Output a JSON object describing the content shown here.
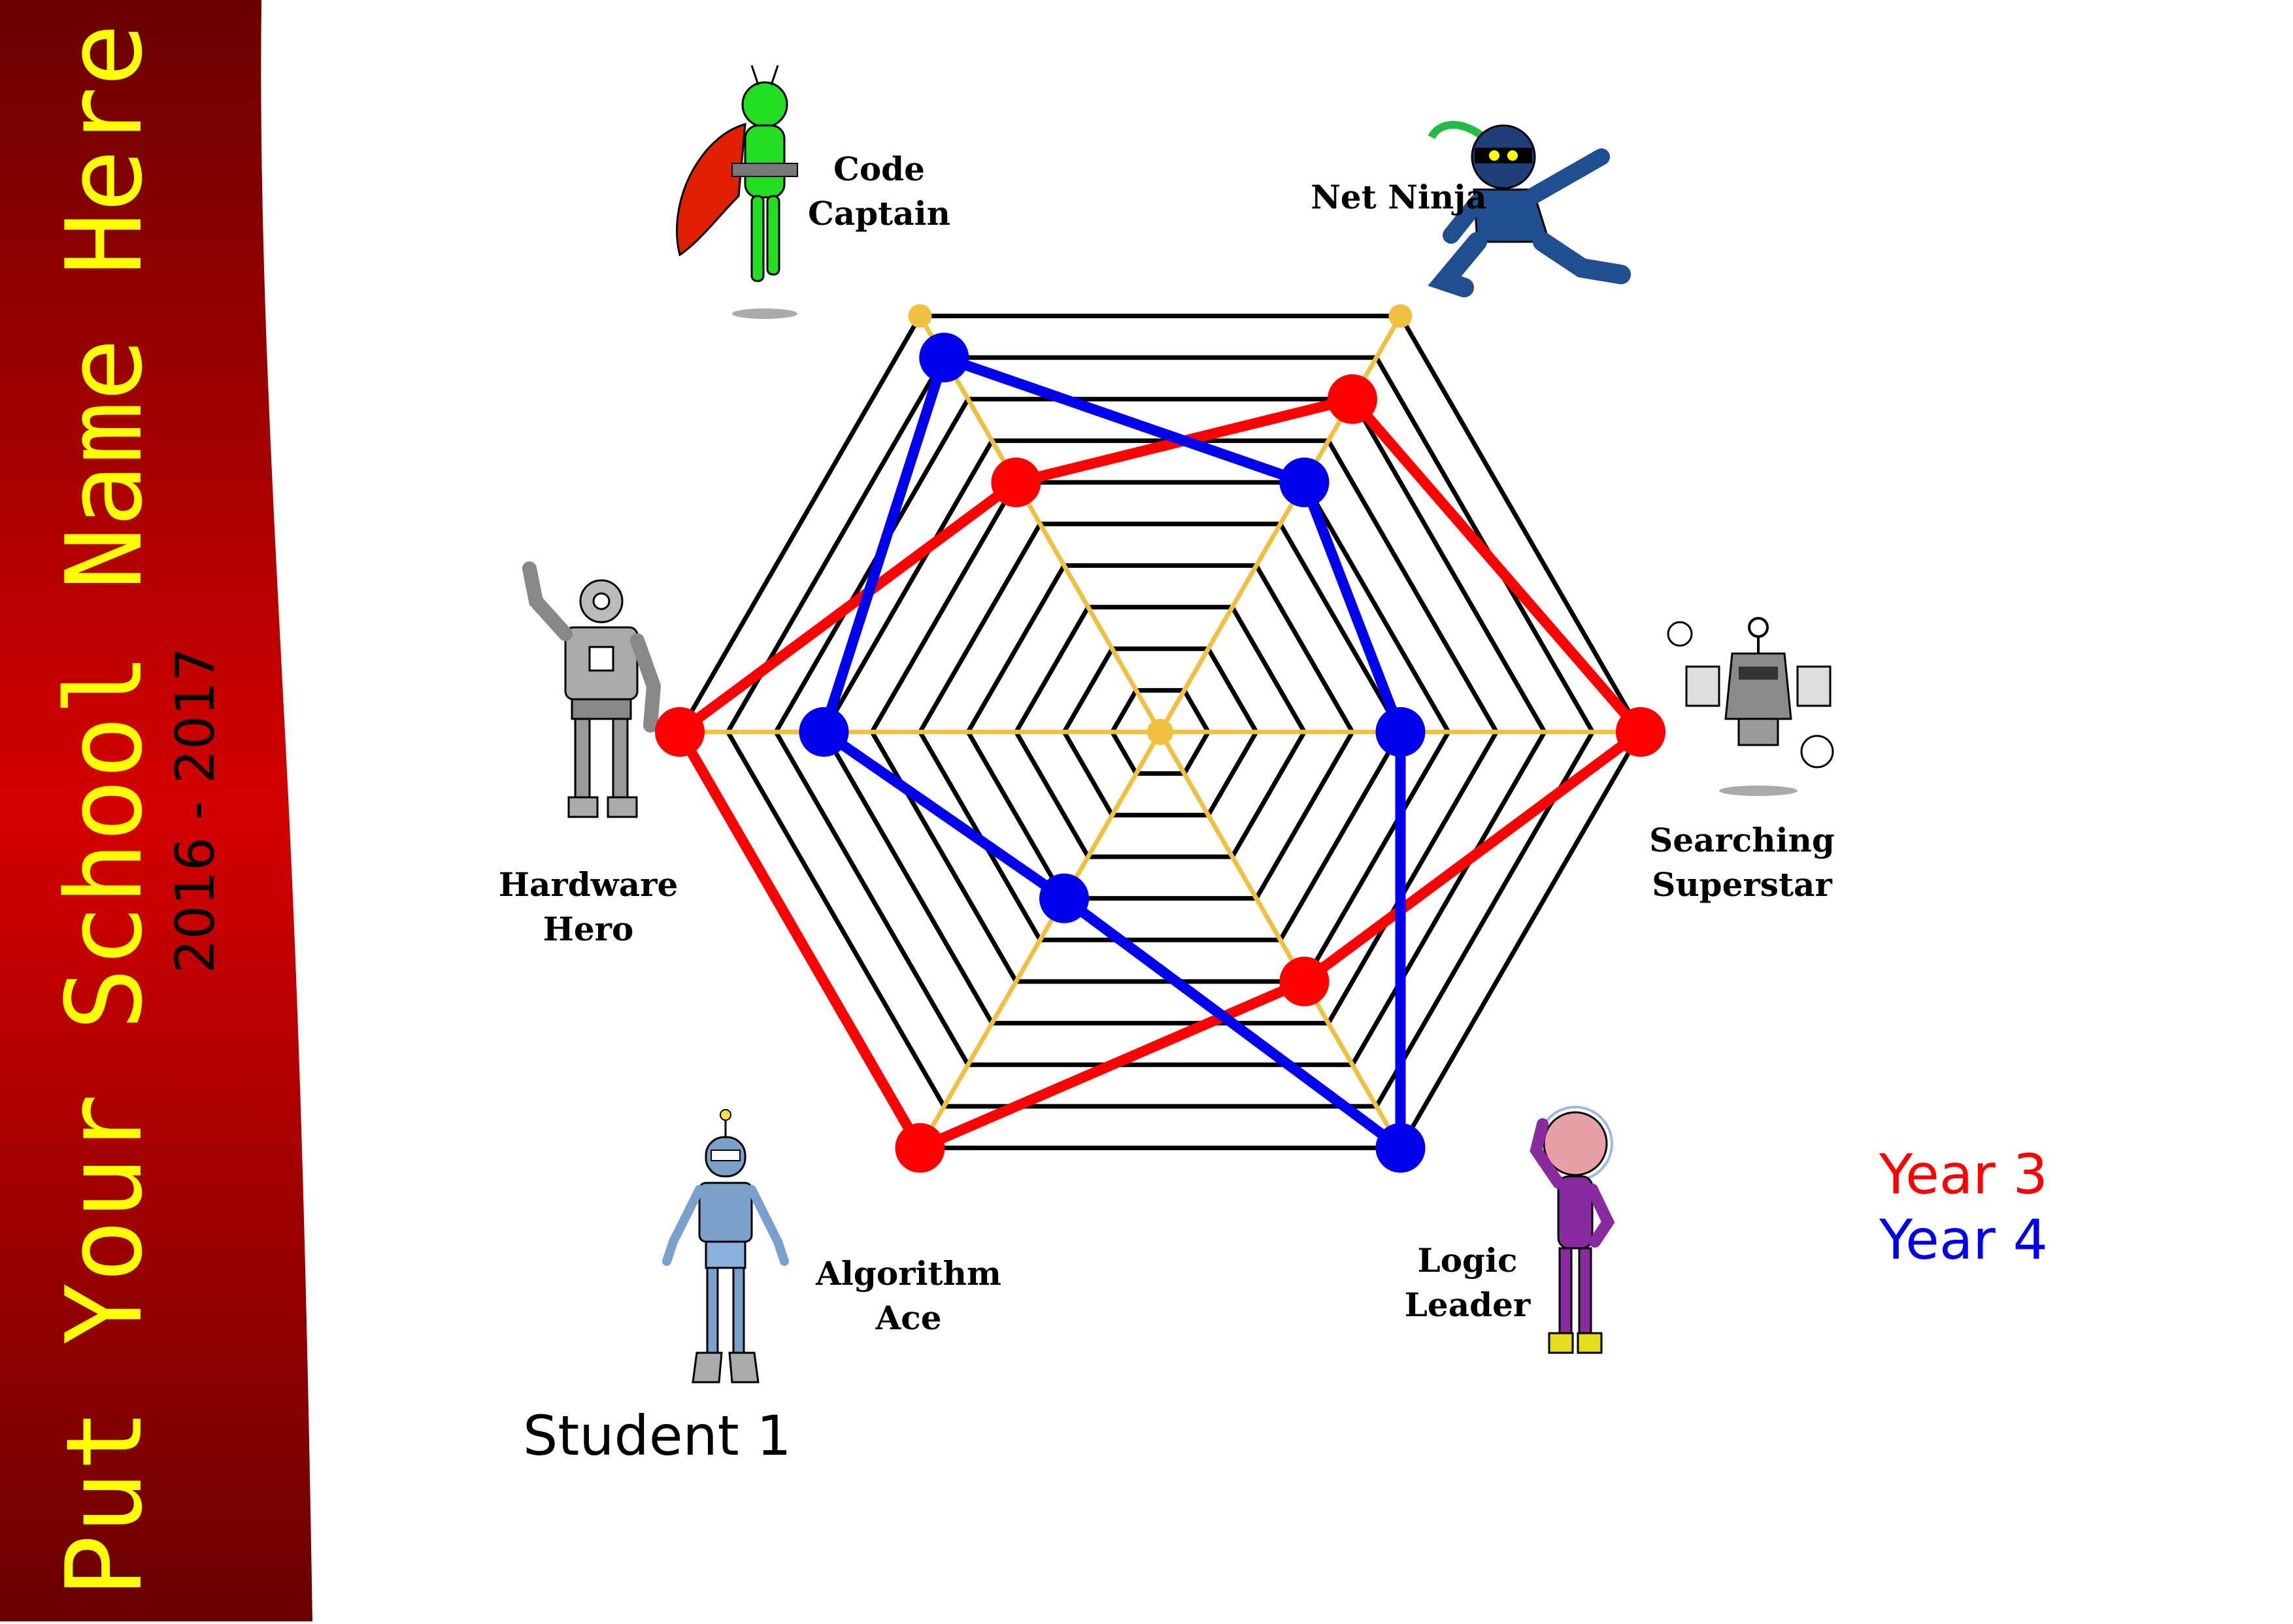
{
  "page": {
    "school_name": "Put Your School Name Here",
    "years": "2016 - 2017",
    "student": "Student 1"
  },
  "colors": {
    "sidebar_dark": "#6a0000",
    "sidebar_bright": "#d40000",
    "title_text": "#ffff00",
    "grid": "#000000",
    "axes": "#f0c040",
    "year3": "#ff0000",
    "year4": "#0000ee"
  },
  "chart_data": {
    "type": "radar",
    "axes": [
      "Code Captain",
      "Net Ninja",
      "Searching Superstar",
      "Logic Leader",
      "Algorithm Ace",
      "Hardware Hero"
    ],
    "scale": {
      "min": 0,
      "max": 10,
      "rings": 10
    },
    "series": [
      {
        "name": "Year 3",
        "values": [
          6,
          8,
          10,
          6,
          10,
          10
        ]
      },
      {
        "name": "Year 4",
        "values": [
          9,
          6,
          5,
          10,
          4,
          7
        ]
      }
    ],
    "legend": [
      "Year 3",
      "Year 4"
    ],
    "legend_position": "right"
  },
  "characters": [
    {
      "axis": "Code Captain",
      "icon": "alien-hero-icon"
    },
    {
      "axis": "Net Ninja",
      "icon": "ninja-icon"
    },
    {
      "axis": "Searching Superstar",
      "icon": "search-robot-icon"
    },
    {
      "axis": "Logic Leader",
      "icon": "brain-hero-icon"
    },
    {
      "axis": "Algorithm Ace",
      "icon": "tin-robot-icon"
    },
    {
      "axis": "Hardware Hero",
      "icon": "cyborg-icon"
    }
  ]
}
